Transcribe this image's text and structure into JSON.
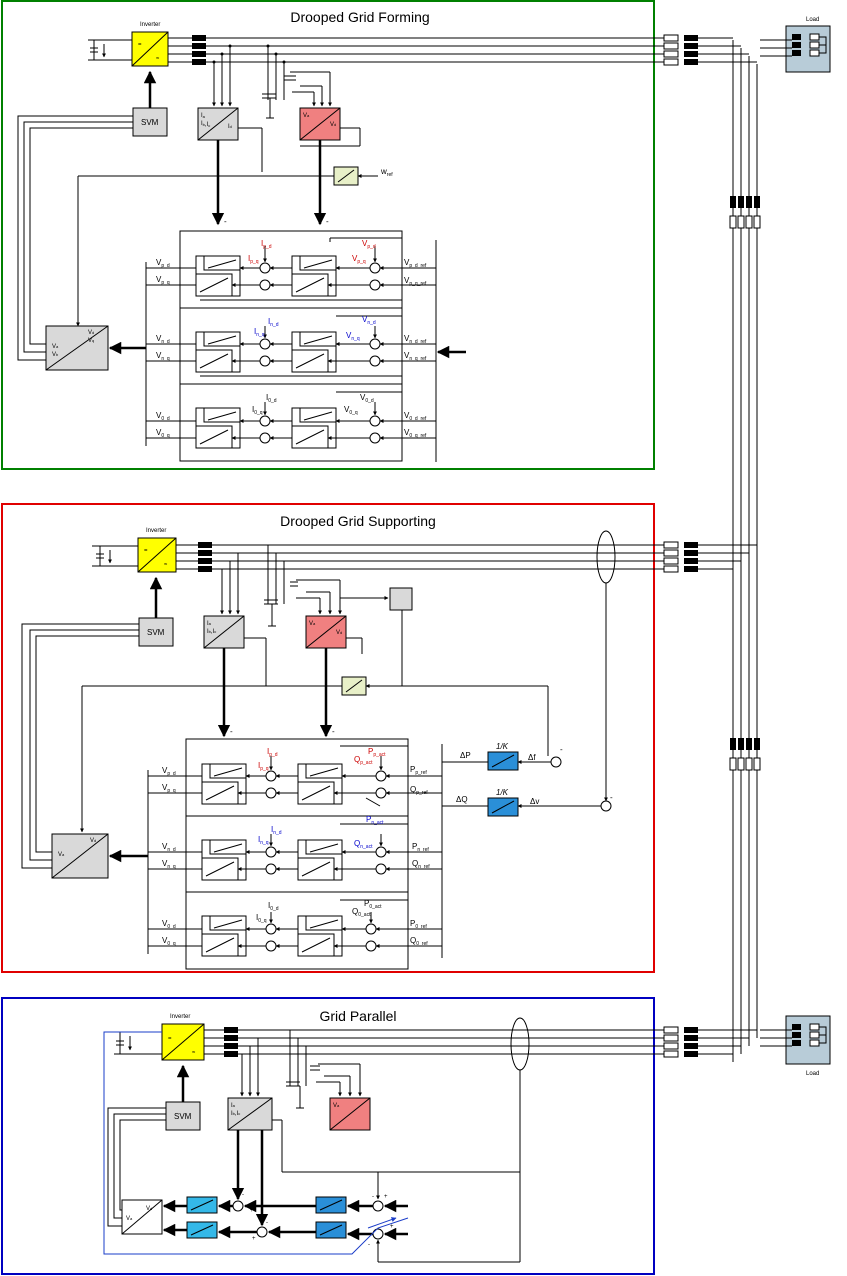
{
  "panels": {
    "forming": {
      "title": "Drooped Grid Forming",
      "border_color": "#008000"
    },
    "supporting": {
      "title": "Drooped Grid Supporting",
      "border_color": "#e00000"
    },
    "parallel": {
      "title": "Grid Parallel",
      "border_color": "#0000c0"
    }
  },
  "common": {
    "inverter": "Inverter",
    "svm": "SVM",
    "load_top": "Load",
    "load_bottom": "Load"
  },
  "forming": {
    "w_ref": "w",
    "w_ref_sub": "ref",
    "ip_d": "I",
    "ip_d_sub": "p_d",
    "vp_d_top": "V",
    "vp_d_top_sub": "p_d",
    "ip_q": "I",
    "ip_q_sub": "p_q",
    "vp_q_mid": "V",
    "vp_q_mid_sub": "p_q",
    "vp_d_out": "V",
    "vp_d_out_sub": "p_d",
    "vp_q_out": "V",
    "vp_q_out_sub": "p_q",
    "vp_d_ref": "V",
    "vp_d_ref_sub": "p_d_ref",
    "vp_q_ref": "V",
    "vp_q_ref_sub": "p_q_ref",
    "in_d": "I",
    "in_d_sub": "n_d",
    "vn_d_top": "V",
    "vn_d_top_sub": "n_d",
    "in_q": "I",
    "in_q_sub": "n_q",
    "vn_q_mid": "V",
    "vn_q_mid_sub": "n_q",
    "vn_d_out": "V",
    "vn_d_out_sub": "n_d",
    "vn_q_out": "V",
    "vn_q_out_sub": "n_q",
    "vn_d_ref": "V",
    "vn_d_ref_sub": "n_d_ref",
    "vn_q_ref": "V",
    "vn_q_ref_sub": "n_q_ref",
    "i0_d": "I",
    "i0_d_sub": "0_d",
    "v0_d_top": "V",
    "v0_d_top_sub": "0_d",
    "i0_q": "I",
    "i0_q_sub": "0_q",
    "v0_q_mid": "V",
    "v0_q_mid_sub": "0_q",
    "v0_d_out": "V",
    "v0_d_out_sub": "0_d",
    "v0_q_out": "V",
    "v0_q_out_sub": "0_q",
    "v0_d_ref": "V",
    "v0_d_ref_sub": "0_d_ref",
    "v0_q_ref": "V",
    "v0_q_ref_sub": "0_q_ref"
  },
  "supporting": {
    "delta_p": "ΔP",
    "delta_q": "ΔQ",
    "delta_f": "Δf",
    "delta_v": "Δv",
    "gain_p": "1/K",
    "gain_q": "1/K",
    "ip_d": "I",
    "ip_d_sub": "p_d",
    "pp_act": "P",
    "pp_act_sub": "p_act",
    "ip_q": "I",
    "ip_q_sub": "p_q",
    "qp_act": "Q",
    "qp_act_sub": "p_act",
    "pp_ref": "P",
    "pp_ref_sub": "p_ref",
    "qp_ref": "Q",
    "qp_ref_sub": "p_ref",
    "vp_d": "V",
    "vp_d_sub": "p_d",
    "vp_q": "V",
    "vp_q_sub": "p_q",
    "in_d": "I",
    "in_d_sub": "n_d",
    "pn_act": "P",
    "pn_act_sub": "n_act",
    "in_q": "I",
    "in_q_sub": "n_q",
    "qn_act": "Q",
    "qn_act_sub": "n_act",
    "pn_ref": "P",
    "pn_ref_sub": "n_ref",
    "qn_ref": "Q",
    "qn_ref_sub": "n_ref",
    "vn_d": "V",
    "vn_d_sub": "n_d",
    "vn_q": "V",
    "vn_q_sub": "n_q",
    "i0_d": "I",
    "i0_d_sub": "0_d",
    "p0_act": "P",
    "p0_act_sub": "0_act",
    "i0_q": "I",
    "i0_q_sub": "0_q",
    "q0_act": "Q",
    "q0_act_sub": "0_act",
    "p0_ref": "P",
    "p0_ref_sub": "0_ref",
    "q0_ref": "Q",
    "q0_ref_sub": "0_ref",
    "v0_d": "V",
    "v0_d_sub": "0_d",
    "v0_q": "V",
    "v0_q_sub": "0_q"
  },
  "colors": {
    "inverter_fill": "#ffff00",
    "pll_fill": "#f08080",
    "transform_fill": "#d9d9d9",
    "filter_fill": "#e8f0c8",
    "load_fill": "#b8ccd8",
    "controller_fill": "#2a8fd8",
    "controller_fill_light": "#34b8e8"
  }
}
